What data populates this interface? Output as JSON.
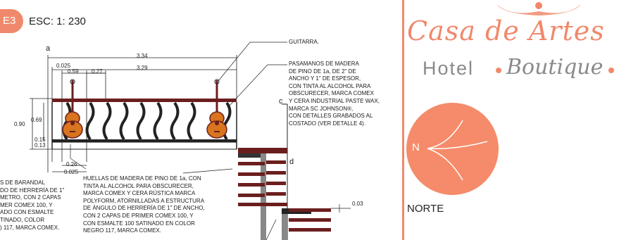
{
  "header": {
    "badge": "E3",
    "scale": "ESC: 1: 230"
  },
  "markers": {
    "a": "a",
    "c": "c",
    "d": "d"
  },
  "dimensions": {
    "d_0025_top": "0.025",
    "d_334": "3.34",
    "d_329": "3.29",
    "d_059": "0.59",
    "d_027": "0.27",
    "d_090": "0.90",
    "d_069": "0.69",
    "d_015": "0.15",
    "d_013": "0.13",
    "d_026": "0.26",
    "d_0025_bottom": "0.025",
    "d_003": "0.03"
  },
  "notes": {
    "guitarra": "GUITARRA.",
    "pasamanos": "PASAMANOS DE MADERA\nDE PINO DE 1a, DE 2\" DE\nANCHO Y 1\" DE ESPESOR,\nCON TINTA AL ALCOHOL PARA\nOBSCURECER, MARCA COMEX\nY  CERA INDUSTRIAL PASTE WAX,\nMARCA SC JOHNSON®,\nCON DETALLES GRABADOS AL\nCOSTADO (VER DETALLE 4).",
    "barandal": "S DE BARANDAL\nDO DE HERRERÍA DE 1\"\nMETRO, CON 2  CAPAS\nMER COMEX 100, Y\nADO CON ESMALTE\nTINADO, COLOR\n) 117, MARCA COMEX.",
    "huellas": "HUELLAS DE MADERA DE PINO DE 1a, CON\nTINTA AL ALCOHOL PARA OBSCURECER,\nMARCA COMEX Y CERA RÚSTICA MARCA\nPOLYFORM, ATORNILLADAS A ESTRUCTURA\nDE ÁNGULO DE HERRERÍA DE 1\" DE ANCHO,\nCON 2 CAPAS DE PRIMER COMEX 100, Y\nCON ESMALTE 100 SATINADO EN COLOR\nNEGRO 117, MARCA COMEX."
  },
  "brand": {
    "line1": "Casa de Artes",
    "line2": "Hotel",
    "line3": "Boutique"
  },
  "compass": {
    "label": "N",
    "caption": "NORTE"
  },
  "colors": {
    "accent": "#f0896b",
    "rail": "#6b1e1e",
    "guitar": "#d9741f"
  }
}
